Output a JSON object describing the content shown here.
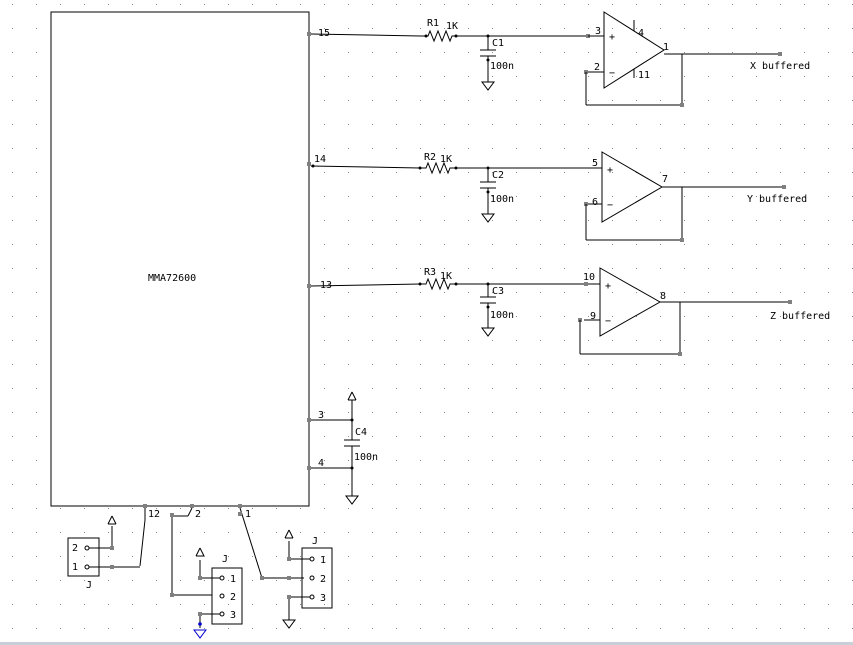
{
  "ic": {
    "name": "MMA72600"
  },
  "ic_pins": {
    "p15": "15",
    "p14": "14",
    "p13": "13",
    "p3": "3",
    "p4": "4",
    "p12": "12",
    "p2": "2",
    "p1": "1"
  },
  "resistors": [
    {
      "ref": "R1",
      "value": "1K"
    },
    {
      "ref": "R2",
      "value": "1K"
    },
    {
      "ref": "R3",
      "value": "1K"
    }
  ],
  "capacitors": [
    {
      "ref": "C1",
      "value": "100n"
    },
    {
      "ref": "C2",
      "value": "100n"
    },
    {
      "ref": "C3",
      "value": "100n"
    },
    {
      "ref": "C4",
      "value": "100n"
    }
  ],
  "opamps": [
    {
      "in_plus": "3",
      "in_minus": "2",
      "out": "1",
      "v_top": "4",
      "v_bot": "11"
    },
    {
      "in_plus": "5",
      "in_minus": "6",
      "out": "7"
    },
    {
      "in_plus": "10",
      "in_minus": "9",
      "out": "8"
    }
  ],
  "outputs": {
    "x": "X buffered",
    "y": "Y buffered",
    "z": "Z buffered"
  },
  "connectors": {
    "j1": {
      "label": "J",
      "pins": [
        "2",
        "1"
      ]
    },
    "j2": {
      "label": "J",
      "pins": [
        "1",
        "2",
        "3"
      ]
    },
    "j3": {
      "label": "J",
      "pins": [
        "1",
        "2",
        "3"
      ]
    }
  },
  "symbols": {
    "plus": "+",
    "minus": "−",
    "supply": "supply-arrow-icon",
    "ground": "ground-icon"
  },
  "colors": {
    "wire": "#000000",
    "pin_end": "#808080",
    "grid": "#8a8a8a",
    "highlight": "#0000cc"
  }
}
